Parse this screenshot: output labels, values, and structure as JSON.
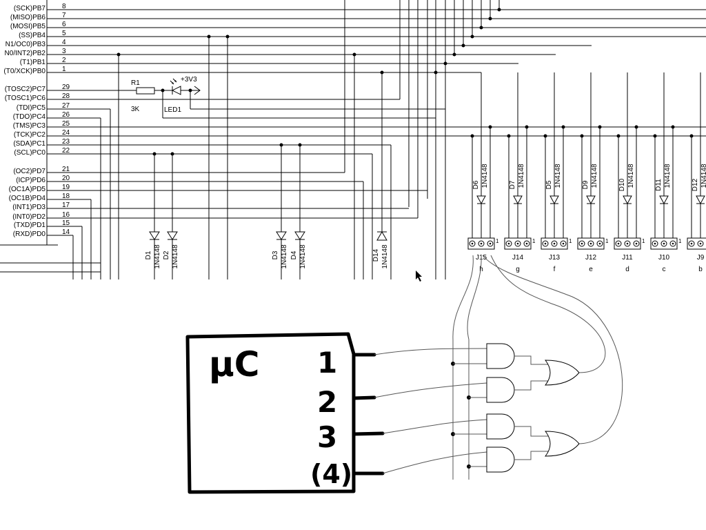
{
  "mcu_pins": [
    {
      "label": "(SCK)PB7",
      "num": "8"
    },
    {
      "label": "(MISO)PB6",
      "num": "7"
    },
    {
      "label": "(MOSI)PB5",
      "num": "6"
    },
    {
      "label": "(SS)PB4",
      "num": "5"
    },
    {
      "label": "N1/OC0)PB3",
      "num": "4"
    },
    {
      "label": "N0/INT2)PB2",
      "num": "3"
    },
    {
      "label": "(T1)PB1",
      "num": "2"
    },
    {
      "label": "(T0/XCK)PB0",
      "num": "1"
    },
    {
      "label": "(TOSC2)PC7",
      "num": "29"
    },
    {
      "label": "(TOSC1)PC6",
      "num": "28"
    },
    {
      "label": "(TDI)PC5",
      "num": "27"
    },
    {
      "label": "(TDO)PC4",
      "num": "26"
    },
    {
      "label": "(TMS)PC3",
      "num": "25"
    },
    {
      "label": "(TCK)PC2",
      "num": "24"
    },
    {
      "label": "(SDA)PC1",
      "num": "23"
    },
    {
      "label": "(SCL)PC0",
      "num": "22"
    },
    {
      "label": "(OC2)PD7",
      "num": "21"
    },
    {
      "label": "(ICP)PD6",
      "num": "20"
    },
    {
      "label": "(OC1A)PD5",
      "num": "19"
    },
    {
      "label": "(OC1B)PD4",
      "num": "18"
    },
    {
      "label": "(INT1)PD3",
      "num": "17"
    },
    {
      "label": "(INT0)PD2",
      "num": "16"
    },
    {
      "label": "(TXD)PD1",
      "num": "15"
    },
    {
      "label": "(RXD)PD0",
      "num": "14"
    }
  ],
  "resistor": {
    "name": "R1",
    "value": "3K"
  },
  "led": {
    "name": "LED1",
    "supply": "+3V3"
  },
  "bottom_diodes": [
    {
      "name": "D1",
      "type": "1N4148"
    },
    {
      "name": "D2",
      "type": "1N4148"
    },
    {
      "name": "D3",
      "type": "1N4148"
    },
    {
      "name": "D4",
      "type": "1N4148"
    },
    {
      "name": "D14",
      "type": "1N4148"
    }
  ],
  "segments": [
    {
      "diode": "D6",
      "type": "1N4148",
      "connector": "J15",
      "letter": "h"
    },
    {
      "diode": "D7",
      "type": "1N4148",
      "connector": "J14",
      "letter": "g"
    },
    {
      "diode": "D5",
      "type": "1N4148",
      "connector": "J13",
      "letter": "f"
    },
    {
      "diode": "D9",
      "type": "1N4148",
      "connector": "J12",
      "letter": "e"
    },
    {
      "diode": "D10",
      "type": "1N4148",
      "connector": "J11",
      "letter": "d"
    },
    {
      "diode": "D11",
      "type": "1N4148",
      "connector": "J10",
      "letter": "c"
    },
    {
      "diode": "D12",
      "type": "1N4148",
      "connector": "J9",
      "letter": "b"
    }
  ],
  "connector_pin1": "1",
  "sketch": {
    "title": "µC",
    "pins": [
      "1",
      "2",
      "3",
      "(4)"
    ]
  }
}
